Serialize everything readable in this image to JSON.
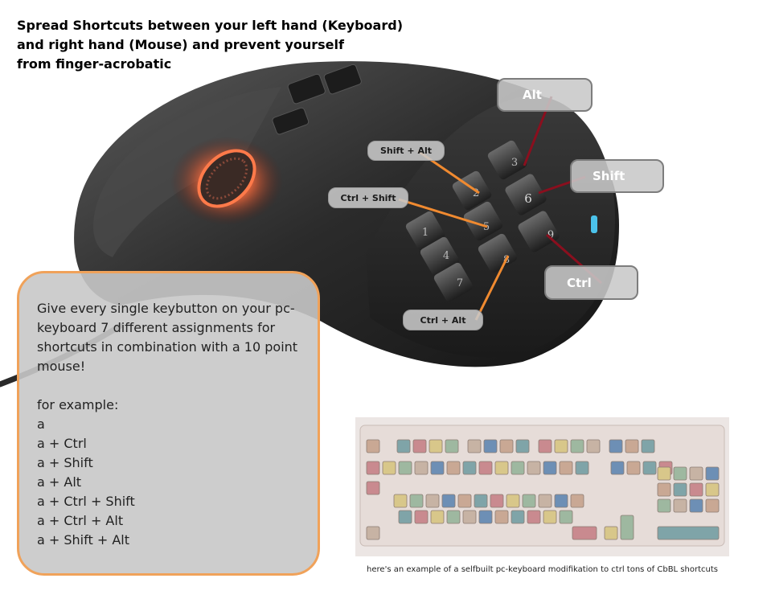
{
  "heading": {
    "line1": "Spread Shortcuts between your left hand (Keyboard)",
    "line2": "and right hand (Mouse) and prevent yourself",
    "line3": "from finger-acrobatic"
  },
  "callouts": {
    "alt": "Alt",
    "shift": "Shift",
    "ctrl": "Ctrl",
    "shift_alt": "Shift + Alt",
    "ctrl_shift": "Ctrl + Shift",
    "ctrl_alt": "Ctrl + Alt"
  },
  "mouse_buttons": [
    "1",
    "2",
    "3",
    "4",
    "5",
    "6",
    "7",
    "8",
    "9"
  ],
  "info_box": {
    "intro": "Give every single keybutton on your pc-keyboard 7 different assignments for shortcuts in combination with a 10 point mouse!",
    "example_label": "for example:",
    "examples": [
      "a",
      "a + Ctrl",
      "a + Shift",
      "a + Alt",
      "a + Ctrl + Shift",
      "a + Ctrl + Alt",
      "a + Shift + Alt"
    ]
  },
  "caption": "here's an example of a selfbuilt pc-keyboard modifikation to ctrl tons of CbBL shortcuts",
  "colors": {
    "info_border": "#f0a25a",
    "orange_line": "#f08a30",
    "red_line": "#8a0f1e",
    "mouse_body": "#2e2e2e"
  }
}
